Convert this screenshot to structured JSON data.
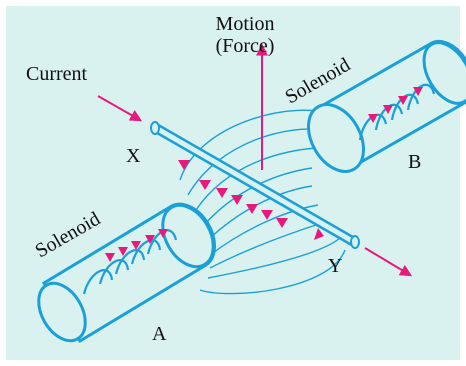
{
  "labels": {
    "motion": "Motion",
    "force": "(Force)",
    "current": "Current",
    "solenoid_top": "Solenoid",
    "solenoid_bottom": "Solenoid",
    "x": "X",
    "y": "Y",
    "a": "A",
    "b": "B"
  },
  "colors": {
    "background": "#d9f1ef",
    "outline": "#1aa0d8",
    "arrow": "#e8197d",
    "text": "#111111"
  }
}
